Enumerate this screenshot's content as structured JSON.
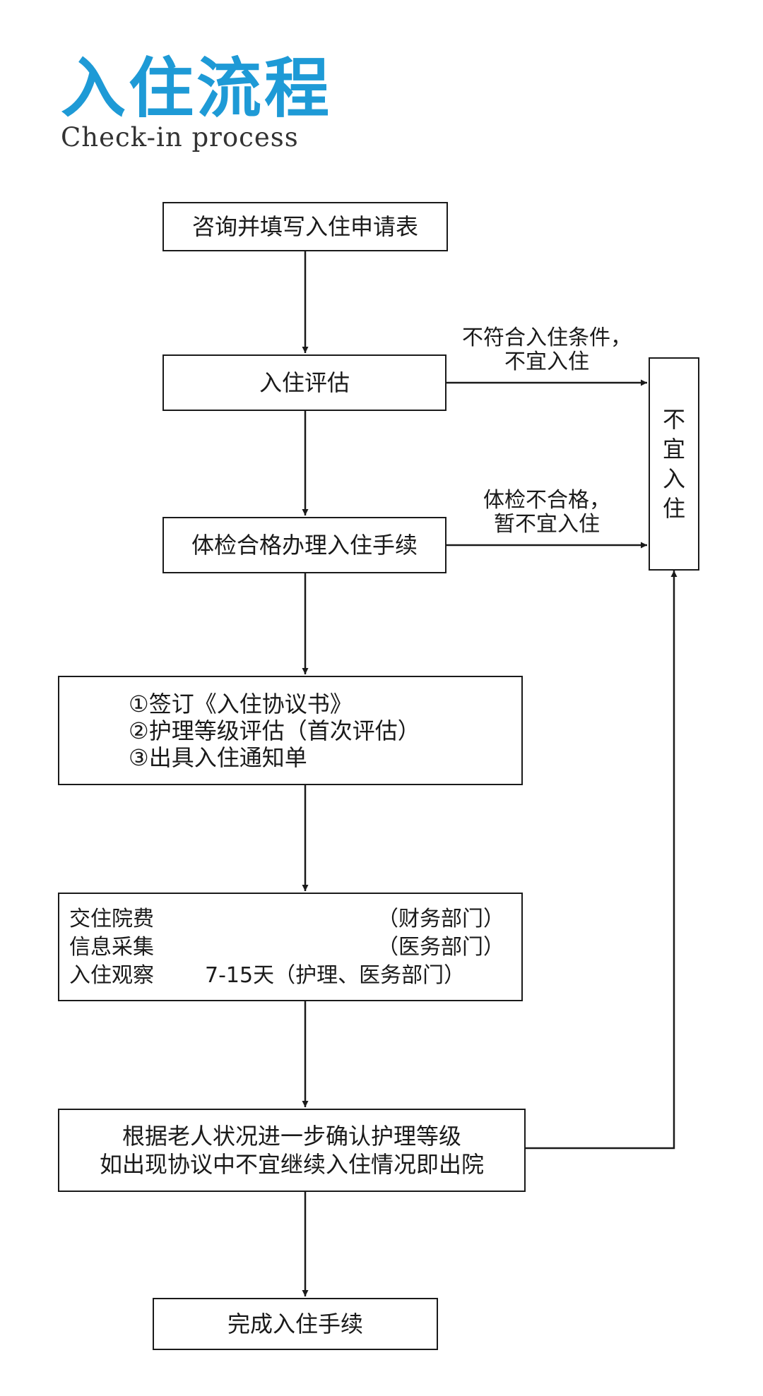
{
  "title": "入住流程",
  "subtitle": "Check-in process",
  "steps": {
    "consult": "咨询并填写入住申请表",
    "assess": "入住评估",
    "physical": "体检合格办理入住手续",
    "sign": [
      "①签订《入住协议书》",
      "②护理等级评估（首次评估）",
      "③出具入住通知单"
    ],
    "fees": [
      {
        "label": "交住院费",
        "target": "（财务部门）"
      },
      {
        "label": "信息采集",
        "target": "（医务部门）"
      },
      {
        "label": "入住观察",
        "target": "7-15天（护理、医务部门）"
      }
    ],
    "confirm": [
      "根据老人状况进一步确认护理等级",
      "如出现协议中不宜继续入住情况即出院"
    ],
    "complete": "完成入住手续"
  },
  "reject_box": [
    "不",
    "宜",
    "入",
    "住"
  ],
  "notes": {
    "unqualified": [
      "不符合入住条件，",
      "不宜入住"
    ],
    "physical_fail": [
      "体检不合格，",
      "暂不宜入住"
    ]
  }
}
